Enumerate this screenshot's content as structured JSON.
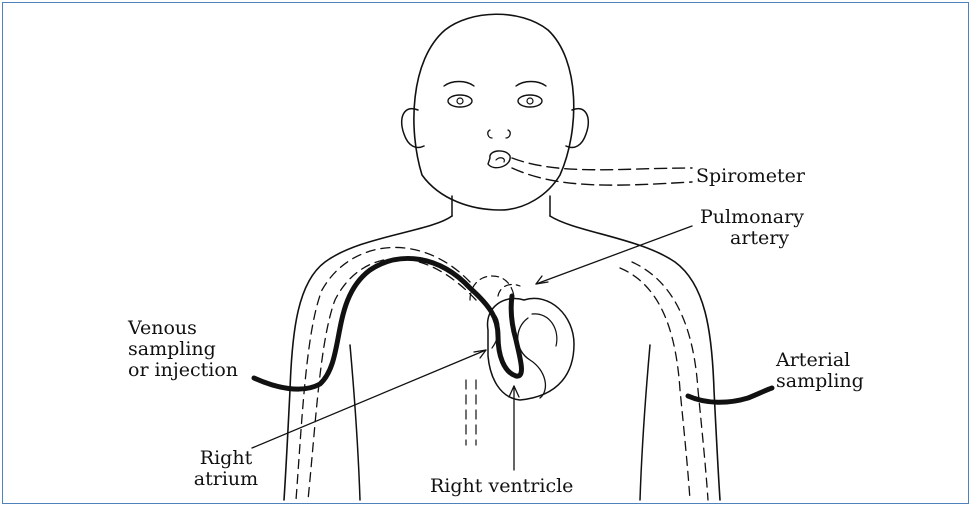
{
  "labels": {
    "spirometer": "Spirometer",
    "pulmonary_artery": [
      "Pulmonary",
      "artery"
    ],
    "venous": [
      "Venous",
      "sampling",
      "or injection"
    ],
    "arterial": [
      "Arterial",
      "sampling"
    ],
    "right_atrium": [
      "Right",
      "atrium"
    ],
    "right_ventricle": "Right ventricle"
  },
  "colors": {
    "frame": "#4f81bd",
    "ink": "#111111"
  }
}
